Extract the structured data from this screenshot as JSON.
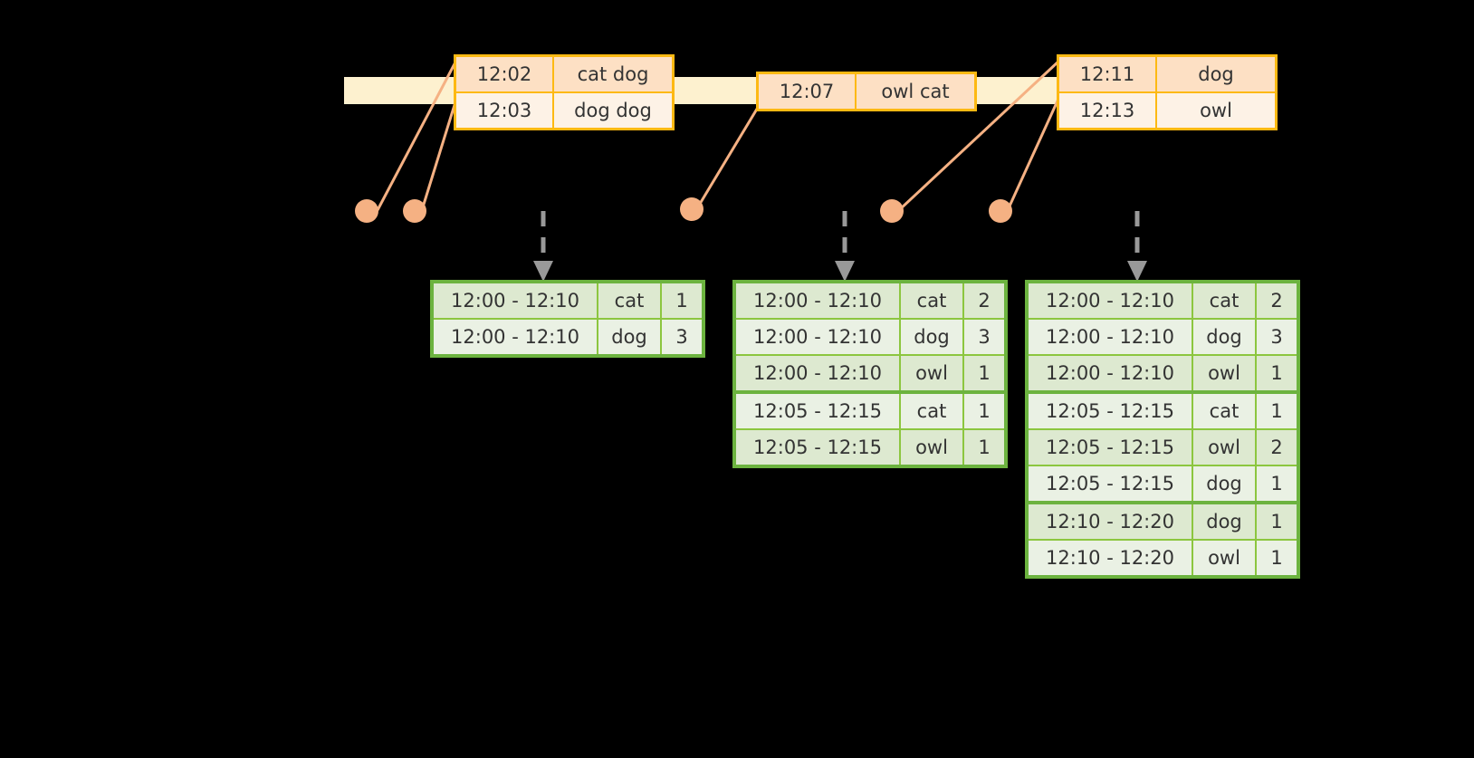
{
  "diagram": {
    "title": "windowed-word-count-stream-diagram",
    "colors": {
      "background": "#000000",
      "timeline_bar": "#fdf1cf",
      "event_border": "#fdb913",
      "event_fill_a": "#fde0c4",
      "event_fill_b": "#fdf2e6",
      "result_border": "#6cb33f",
      "result_fill_a": "#dde9d0",
      "result_fill_b": "#eaf1e4",
      "connector": "#f5b183",
      "arrow": "#999999"
    }
  },
  "timeline": {
    "event_groups": [
      {
        "name": "group-1",
        "rows": [
          {
            "time": "12:02",
            "words": "cat dog"
          },
          {
            "time": "12:03",
            "words": "dog dog"
          }
        ]
      },
      {
        "name": "group-2",
        "rows": [
          {
            "time": "12:07",
            "words": "owl cat"
          }
        ]
      },
      {
        "name": "group-3",
        "rows": [
          {
            "time": "12:11",
            "words": "dog"
          },
          {
            "time": "12:13",
            "words": "owl"
          }
        ]
      }
    ]
  },
  "results": [
    {
      "name": "result-table-1",
      "rows": [
        {
          "window": "12:00 - 12:10",
          "word": "cat",
          "count": "1"
        },
        {
          "window": "12:00 - 12:10",
          "word": "dog",
          "count": "3"
        }
      ]
    },
    {
      "name": "result-table-2",
      "rows": [
        {
          "window": "12:00 - 12:10",
          "word": "cat",
          "count": "2"
        },
        {
          "window": "12:00 - 12:10",
          "word": "dog",
          "count": "3"
        },
        {
          "window": "12:00 - 12:10",
          "word": "owl",
          "count": "1"
        },
        {
          "window": "12:05 - 12:15",
          "word": "cat",
          "count": "1"
        },
        {
          "window": "12:05 - 12:15",
          "word": "owl",
          "count": "1"
        }
      ]
    },
    {
      "name": "result-table-3",
      "rows": [
        {
          "window": "12:00 - 12:10",
          "word": "cat",
          "count": "2"
        },
        {
          "window": "12:00 - 12:10",
          "word": "dog",
          "count": "3"
        },
        {
          "window": "12:00 - 12:10",
          "word": "owl",
          "count": "1"
        },
        {
          "window": "12:05 - 12:15",
          "word": "cat",
          "count": "1"
        },
        {
          "window": "12:05 - 12:15",
          "word": "owl",
          "count": "2"
        },
        {
          "window": "12:05 - 12:15",
          "word": "dog",
          "count": "1"
        },
        {
          "window": "12:10 - 12:20",
          "word": "dog",
          "count": "1"
        },
        {
          "window": "12:10 - 12:20",
          "word": "owl",
          "count": "1"
        }
      ]
    }
  ],
  "connector_dots": [
    {
      "name": "connector-dot-1"
    },
    {
      "name": "connector-dot-2"
    },
    {
      "name": "connector-dot-3"
    },
    {
      "name": "connector-dot-4"
    },
    {
      "name": "connector-dot-5"
    }
  ]
}
